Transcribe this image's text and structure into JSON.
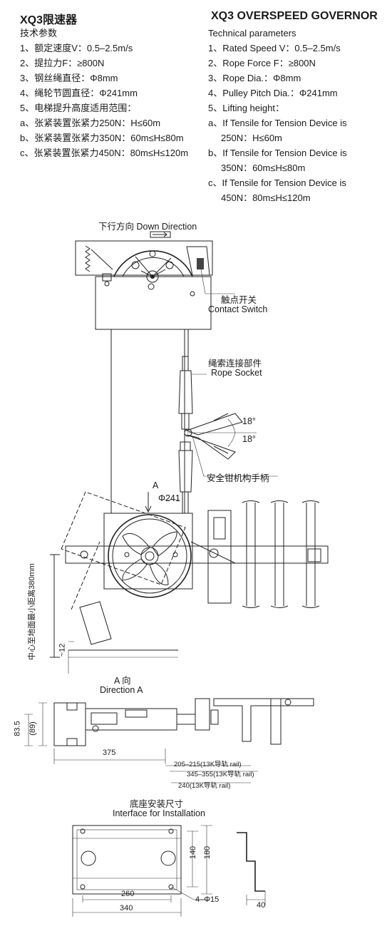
{
  "cn": {
    "title": "XQ3限速器",
    "subtitle": "技术参数",
    "lines": [
      "1、额定速度V：0.5–2.5m/s",
      "2、提拉力F：≥800N",
      "3、钢丝绳直径：Φ8mm",
      "4、绳轮节圆直径：Φ241mm",
      "5、电梯提升高度适用范围：",
      "a、张紧装置张紧力250N：H≤60m",
      "b、张紧装置张紧力350N：60m≤H≤80m",
      "c、张紧装置张紧力450N：80m≤H≤120m"
    ]
  },
  "en": {
    "title": "XQ3 OVERSPEED GOVERNOR",
    "subtitle": "Technical parameters",
    "lines": [
      "1、Rated Speed V：0.5–2.5m/s",
      "2、Rope Force F：≥800N",
      "3、Rope Dia.：Φ8mm",
      "4、Pulley Pitch Dia.：Φ241mm",
      "5、Lifting height：",
      "a、If Tensile for Tension Device is",
      "250N：H≤60m",
      "b、If Tensile for Tension Device is",
      "350N：60m≤H≤80m",
      "c、If Tensile for Tension Device is",
      "450N：80m≤H≤120m"
    ]
  },
  "diagram": {
    "down_direction": "下行方向  Down Direction",
    "contact_switch_cn": "触点开关",
    "contact_switch_en": "Contact Switch",
    "rope_socket_cn": "绳索连接部件",
    "rope_socket_en": "Rope Socket",
    "angle_top": "18°",
    "angle_bottom": "18°",
    "safety_handle_cn": "安全钳机构手柄",
    "view_a": "A",
    "pulley_dia": "Φ241",
    "vertical_label": "中心至地面最小距离380mm",
    "dim_12": "~12",
    "direction_a_cn": "A 向",
    "direction_a_en": "Direction A",
    "dim_83_5": "83.5",
    "dim_89": "(89)",
    "dim_375": "375",
    "dim_205": "205–215(13K导轨 rail)",
    "dim_345": "345–355(13K导轨 rail)",
    "dim_240": "240(13K导轨 rail)",
    "interface_cn": "底座安装尺寸",
    "interface_en": "Interface for Installation",
    "dim_140": "140",
    "dim_180": "180",
    "dim_260": "260",
    "dim_340": "340",
    "holes": "4–Φ15",
    "dim_40": "40"
  }
}
